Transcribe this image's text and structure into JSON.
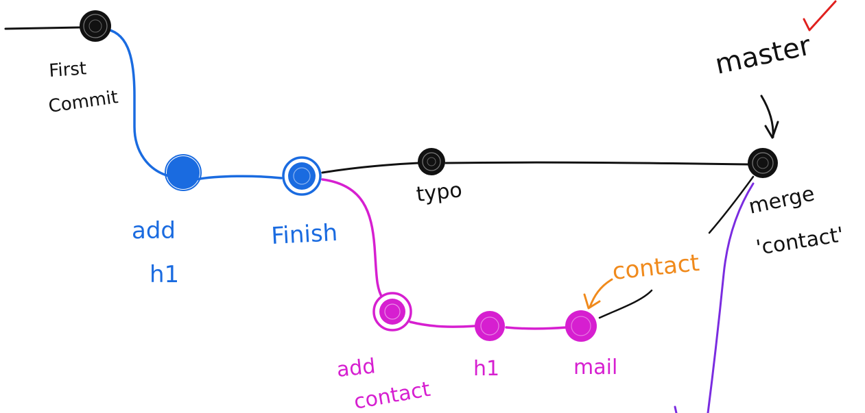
{
  "colors": {
    "master": "#111111",
    "feature_blue": "#1a6be0",
    "contact_magenta": "#d61fd0",
    "branch_label_orange": "#f08a1c",
    "checkmark_red": "#e0201e",
    "merge_purple": "#7a2ce0"
  },
  "commits": [
    {
      "id": "first",
      "label": "First Commit",
      "branch": "master"
    },
    {
      "id": "add-h1",
      "label": "add h1",
      "branch": "feature"
    },
    {
      "id": "finish",
      "label": "Finish",
      "branch": "feature"
    },
    {
      "id": "typo",
      "label": "typo",
      "branch": "master"
    },
    {
      "id": "merge",
      "label": "merge 'contact'",
      "branch": "master"
    },
    {
      "id": "add-contact",
      "label": "add contact",
      "branch": "contact"
    },
    {
      "id": "h1",
      "label": "h1",
      "branch": "contact"
    },
    {
      "id": "mail",
      "label": "mail",
      "branch": "contact"
    }
  ],
  "labels": {
    "first_line1": "First",
    "first_line2": "Commit",
    "add_h1_line1": "add",
    "add_h1_line2": "h1",
    "finish": "Finish",
    "typo": "typo",
    "merge_line1": "merge",
    "merge_line2": "'contact'",
    "add_contact_line1": "add",
    "add_contact_line2": "contact",
    "h1": "h1",
    "mail": "mail"
  },
  "refs": {
    "master": "master",
    "contact": "contact"
  }
}
